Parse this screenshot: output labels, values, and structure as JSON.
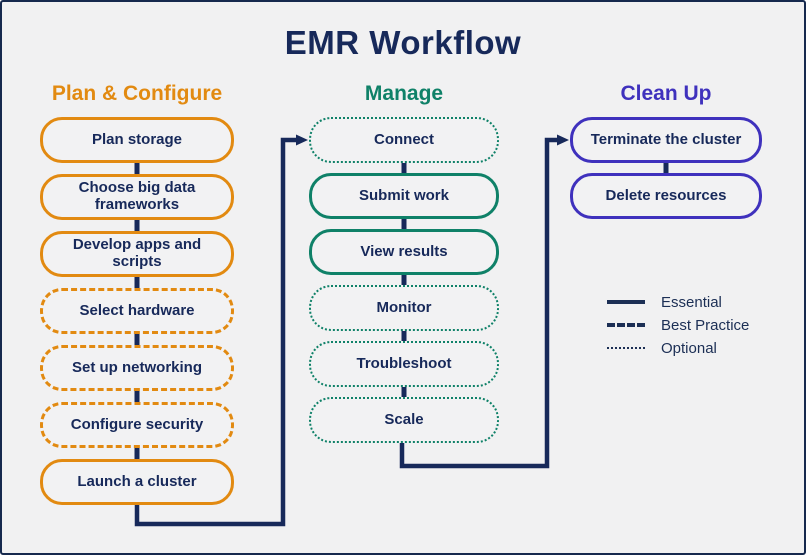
{
  "title": "EMR Workflow",
  "colors": {
    "navy": "#17295A",
    "orange": "#E28A11",
    "teal": "#0F8168",
    "purple": "#3F31BD",
    "background": "#F1F1F2"
  },
  "columns": [
    {
      "id": "plan-configure",
      "label": "Plan & Configure",
      "color": "#E28A11",
      "boxes": [
        {
          "label": "Plan storage",
          "type": "essential"
        },
        {
          "label": "Choose big data frameworks",
          "type": "essential"
        },
        {
          "label": "Develop apps and scripts",
          "type": "essential"
        },
        {
          "label": "Select hardware",
          "type": "best-practice"
        },
        {
          "label": "Set up networking",
          "type": "best-practice"
        },
        {
          "label": "Configure security",
          "type": "best-practice"
        },
        {
          "label": "Launch a cluster",
          "type": "essential"
        }
      ]
    },
    {
      "id": "manage",
      "label": "Manage",
      "color": "#0F8168",
      "boxes": [
        {
          "label": "Connect",
          "type": "optional"
        },
        {
          "label": "Submit work",
          "type": "essential"
        },
        {
          "label": "View results",
          "type": "essential"
        },
        {
          "label": "Monitor",
          "type": "optional"
        },
        {
          "label": "Troubleshoot",
          "type": "optional"
        },
        {
          "label": "Scale",
          "type": "optional"
        }
      ]
    },
    {
      "id": "clean-up",
      "label": "Clean Up",
      "color": "#3F31BD",
      "boxes": [
        {
          "label": "Terminate the cluster",
          "type": "essential"
        },
        {
          "label": "Delete resources",
          "type": "essential"
        }
      ]
    }
  ],
  "connectors": [
    {
      "from": "Launch a cluster",
      "to": "Connect"
    },
    {
      "from": "Scale",
      "to": "Terminate the cluster"
    }
  ],
  "legend": {
    "items": [
      {
        "label": "Essential",
        "style": "solid"
      },
      {
        "label": "Best Practice",
        "style": "dashed"
      },
      {
        "label": "Optional",
        "style": "dotted"
      }
    ]
  }
}
